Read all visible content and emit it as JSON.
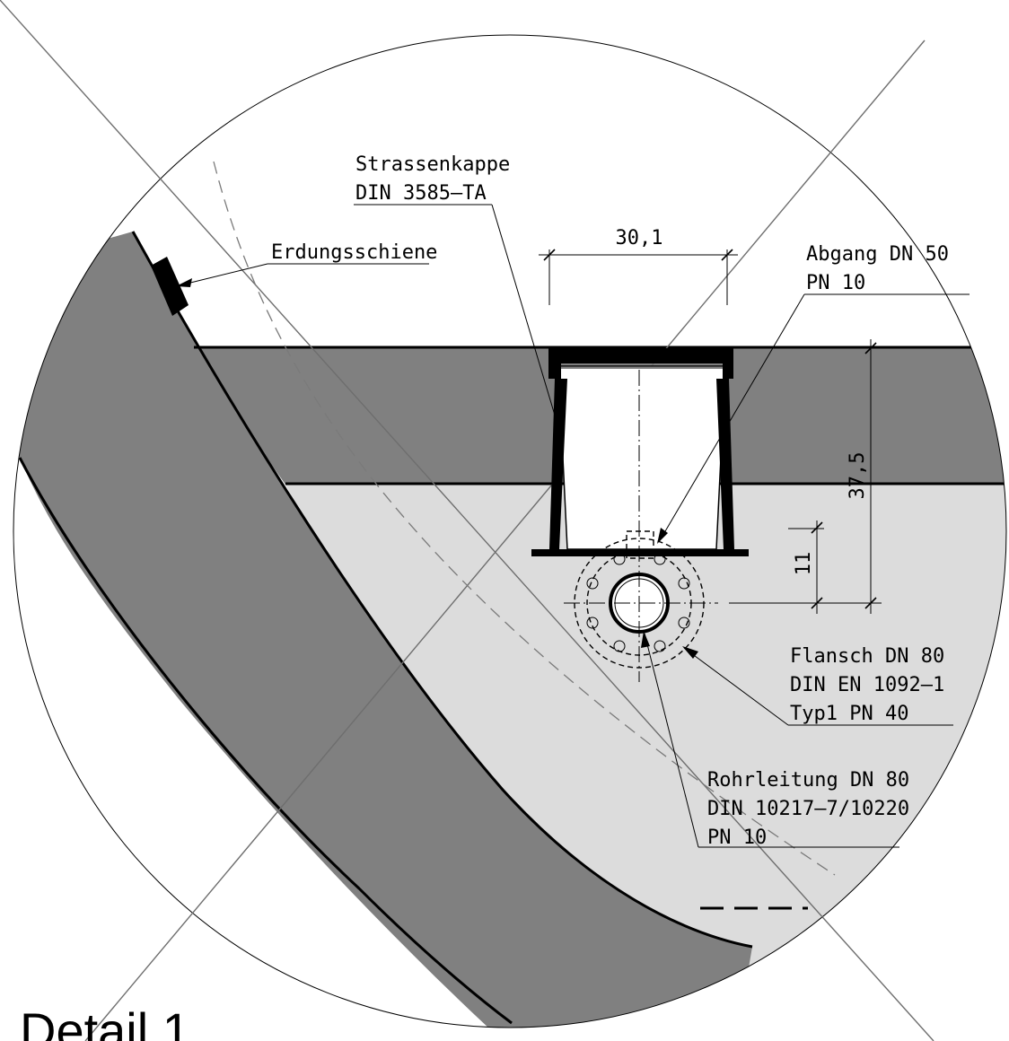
{
  "title": "Detail 1",
  "labels": {
    "strassenkappe_1": "Strassenkappe",
    "strassenkappe_2": "DIN  3585–TA",
    "erdung": "Erdungsschiene",
    "abgang_1": "Abgang  DN  50",
    "abgang_2": "PN  10",
    "flansch_1": "Flansch  DN  80",
    "flansch_2": "DIN  EN  1092–1",
    "flansch_3": "Typ1  PN  40",
    "rohr_1": "Rohrleitung  DN  80",
    "rohr_2": "DIN  10217–7/10220",
    "rohr_3": "PN  10"
  },
  "dimensions": {
    "width": "30,1",
    "height_total": "37,5",
    "height_small": "11"
  },
  "colors": {
    "dark_fill": "#808080",
    "light_fill": "#dcdcdc",
    "line": "#000000",
    "guide_line": "#6e6e6e"
  }
}
